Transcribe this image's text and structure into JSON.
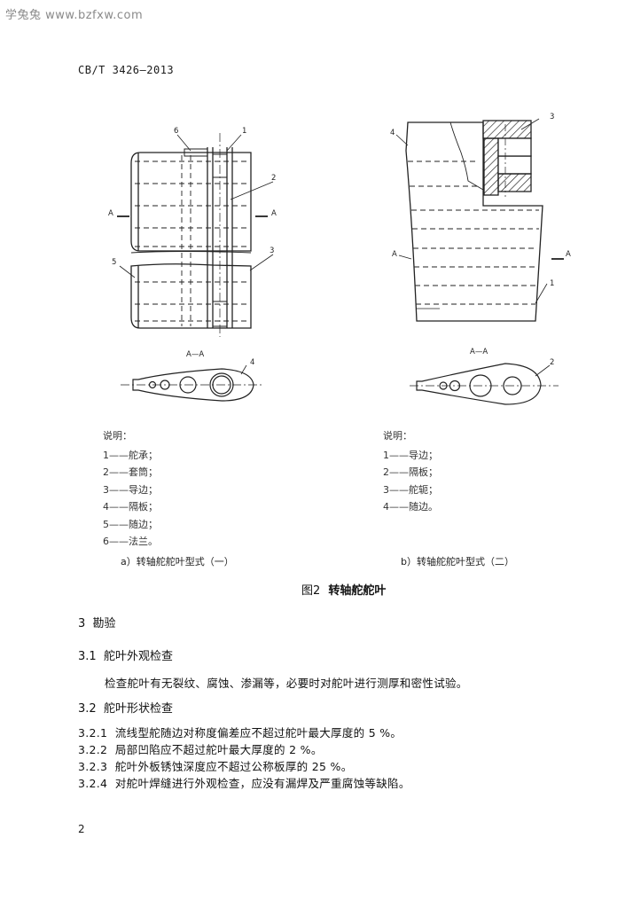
{
  "watermark": "学兔兔 www.bzfxw.com",
  "standard_number": "CB/T 3426—2013",
  "figure": {
    "left": {
      "callouts": [
        "6",
        "1",
        "2",
        "A",
        "A",
        "5",
        "3"
      ],
      "section_label": "A—A",
      "section_callout": "4",
      "legend_title": "说明：",
      "legend_items": [
        "1——舵承；",
        "2——套筒；",
        "3——导边；",
        "4——隔板；",
        "5——随边；",
        "6——法兰。"
      ],
      "caption": "a）转轴舵舵叶型式（一）"
    },
    "right": {
      "callouts": [
        "3",
        "4",
        "A",
        "A",
        "1"
      ],
      "section_label": "A—A",
      "section_callout": "2",
      "legend_title": "说明：",
      "legend_items": [
        "1——导边；",
        "2——隔板；",
        "3——舵轭；",
        "4——随边。"
      ],
      "caption": "b）转轴舵舵叶型式（二）"
    },
    "title_number": "图2",
    "title_text": "转轴舵舵叶"
  },
  "sections": {
    "s3": {
      "num": "3",
      "title": "勘验"
    },
    "s31": {
      "num": "3.1",
      "title": "舵叶外观检查",
      "text": "检查舵叶有无裂纹、腐蚀、渗漏等，必要时对舵叶进行测厚和密性试验。"
    },
    "s32": {
      "num": "3.2",
      "title": "舵叶形状检查"
    },
    "items": [
      {
        "num": "3.2.1",
        "text": "流线型舵随边对称度偏差应不超过舵叶最大厚度的 5 %。"
      },
      {
        "num": "3.2.2",
        "text": "局部凹陷应不超过舵叶最大厚度的 2 %。"
      },
      {
        "num": "3.2.3",
        "text": "舵叶外板锈蚀深度应不超过公称板厚的 25 %。"
      },
      {
        "num": "3.2.4",
        "text": "对舵叶焊缝进行外观检查，应没有漏焊及严重腐蚀等缺陷。"
      }
    ]
  },
  "page_number": "2"
}
